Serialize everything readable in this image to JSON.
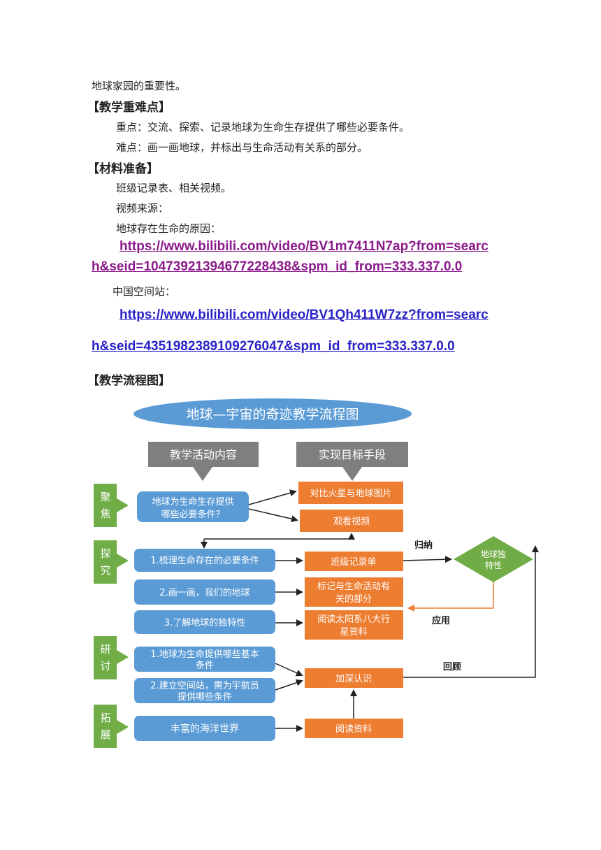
{
  "doc": {
    "line_top": "地球家园的重要性。",
    "heading_key": "【教学重难点】",
    "key_point": "重点：交流、探索、记录地球为生命生存提供了哪些必要条件。",
    "difficult_point": "难点：画一画地球，并标出与生命活动有关系的部分。",
    "heading_material": "【材料准备】",
    "materials": "班级记录表、相关视频。",
    "video_source": "视频来源：",
    "reason_label": "地球存在生命的原因：",
    "link1_part1": "https://www.bilibili.com/video/BV1m7411N7ap?from=searc",
    "link1_part2": "h&seid=10473921394677228438&spm_id_from=333.337.0.0",
    "station_label": "中国空间站：",
    "link2_part1": "https://www.bilibili.com/video/BV1Qh411W7zz?from=searc",
    "link2_part2": "h&seid=4351982389109276047&spm_id_from=333.337.0.0",
    "heading_flow": "【教学流程图】"
  },
  "flow": {
    "title": "地球—宇宙的奇迹教学流程图",
    "col_left": "教学活动内容",
    "col_right": "实现目标手段",
    "stages": [
      "聚",
      "焦",
      "探",
      "究",
      "研",
      "讨",
      "拓",
      "展"
    ],
    "focus_box": [
      "地球为生命生存提供",
      "哪些必要条件？"
    ],
    "explore_1": "1.梳理生命存在的必要条件",
    "explore_2": "2.画一画，我们的地球",
    "explore_3": "3.了解地球的独特性",
    "discuss_1": [
      "1.地球为生命提供哪些基本",
      "条件"
    ],
    "discuss_2": [
      "2.建立空间站，需为宇航员",
      "提供哪些条件"
    ],
    "extend_1": "丰富的海洋世界",
    "o_compare": "对比火星与地球图片",
    "o_video": "观看视频",
    "o_record": "班级记录单",
    "o_mark": [
      "标记与生命活动有",
      "关的部分"
    ],
    "o_read_solar": [
      "阅读太阳系八大行",
      "星资料"
    ],
    "o_deepen": "加深认识",
    "o_read": "阅读资料",
    "diamond": [
      "地球独",
      "特性"
    ],
    "lbl_summarize": "归纳",
    "lbl_apply": "应用",
    "lbl_review": "回顾",
    "colors": {
      "title_fill": "#5b9bd5",
      "blue_box": "#5b9bd5",
      "orange_box": "#ed7d31",
      "green": "#70ad47",
      "gray": "#7f7f7f"
    }
  }
}
